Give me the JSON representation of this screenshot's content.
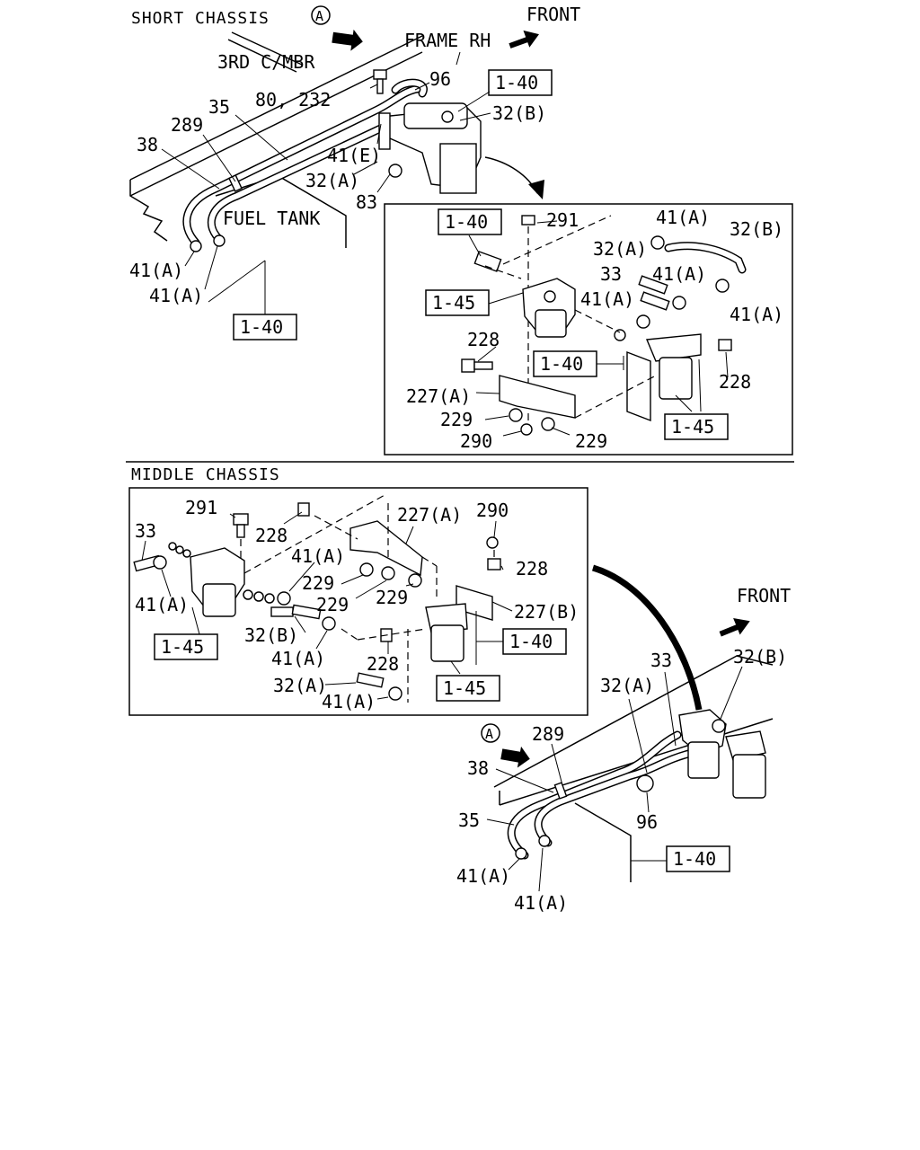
{
  "sections": {
    "short_chassis": "SHORT CHASSIS",
    "middle_chassis": "MIDDLE CHASSIS"
  },
  "markers": {
    "view_a": "A"
  },
  "top_labels": {
    "front": "FRONT",
    "frame_rh": "FRAME RH",
    "third_cmbr": "3RD C/MBR",
    "fuel_tank": "FUEL TANK",
    "p96": "96",
    "p80_232": "80, 232",
    "p35": "35",
    "p289": "289",
    "p38": "38",
    "p41e": "41(E)",
    "p32a": "32(A)",
    "p83": "83",
    "p32b": "32(B)",
    "p41a_1": "41(A)",
    "p41a_2": "41(A)",
    "ref_140_a": "1-40",
    "ref_140_b": "1-40"
  },
  "detail1_labels": {
    "ref_140_a": "1-40",
    "ref_140_b": "1-40",
    "ref_145_a": "1-45",
    "ref_145_b": "1-45",
    "p291": "291",
    "p41a_1": "41(A)",
    "p32b": "32(B)",
    "p32a": "32(A)",
    "p33": "33",
    "p41a_2": "41(A)",
    "p41a_3": "41(A)",
    "p41a_4": "41(A)",
    "p228_1": "228",
    "p228_2": "228",
    "p227a": "227(A)",
    "p229_1": "229",
    "p229_2": "229",
    "p290": "290"
  },
  "detail2_labels": {
    "p291": "291",
    "p228_1": "228",
    "p227a": "227(A)",
    "p290": "290",
    "p33": "33",
    "p41a_1": "41(A)",
    "p228_2": "228",
    "p229_1": "229",
    "p229_2": "229",
    "p229_3": "229",
    "p227b": "227(B)",
    "p41a_2": "41(A)",
    "p32b": "32(B)",
    "p41a_3": "41(A)",
    "p228_3": "228",
    "p32a": "32(A)",
    "p41a_4": "41(A)",
    "ref_145_a": "1-45",
    "ref_140": "1-40",
    "ref_145_b": "1-45"
  },
  "bottom_labels": {
    "front": "FRONT",
    "p32a": "32(A)",
    "p33": "33",
    "p32b": "32(B)",
    "p289": "289",
    "p38": "38",
    "p35": "35",
    "p96": "96",
    "p41a_1": "41(A)",
    "p41a_2": "41(A)",
    "ref_140": "1-40"
  }
}
